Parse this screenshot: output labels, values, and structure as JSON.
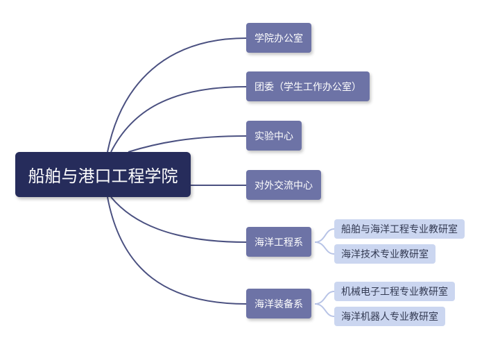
{
  "root": {
    "label": "船舶与港口工程学院"
  },
  "branches": [
    {
      "label": "学院办公室"
    },
    {
      "label": "团委（学生工作办公室）"
    },
    {
      "label": "实验中心"
    },
    {
      "label": "对外交流中心"
    },
    {
      "label": "海洋工程系",
      "children": [
        {
          "label": "船舶与海洋工程专业教研室"
        },
        {
          "label": "海洋技术专业教研室"
        }
      ]
    },
    {
      "label": "海洋装备系",
      "children": [
        {
          "label": "机械电子工程专业教研室"
        },
        {
          "label": "海洋机器人专业教研室"
        }
      ]
    }
  ],
  "colors": {
    "root_bg": "#262c5b",
    "branch_bg": "#6d73a6",
    "leaf_bg": "#cbd6f0",
    "main_edge": "#4a5080",
    "leaf_edge": "#b7c3e6"
  }
}
